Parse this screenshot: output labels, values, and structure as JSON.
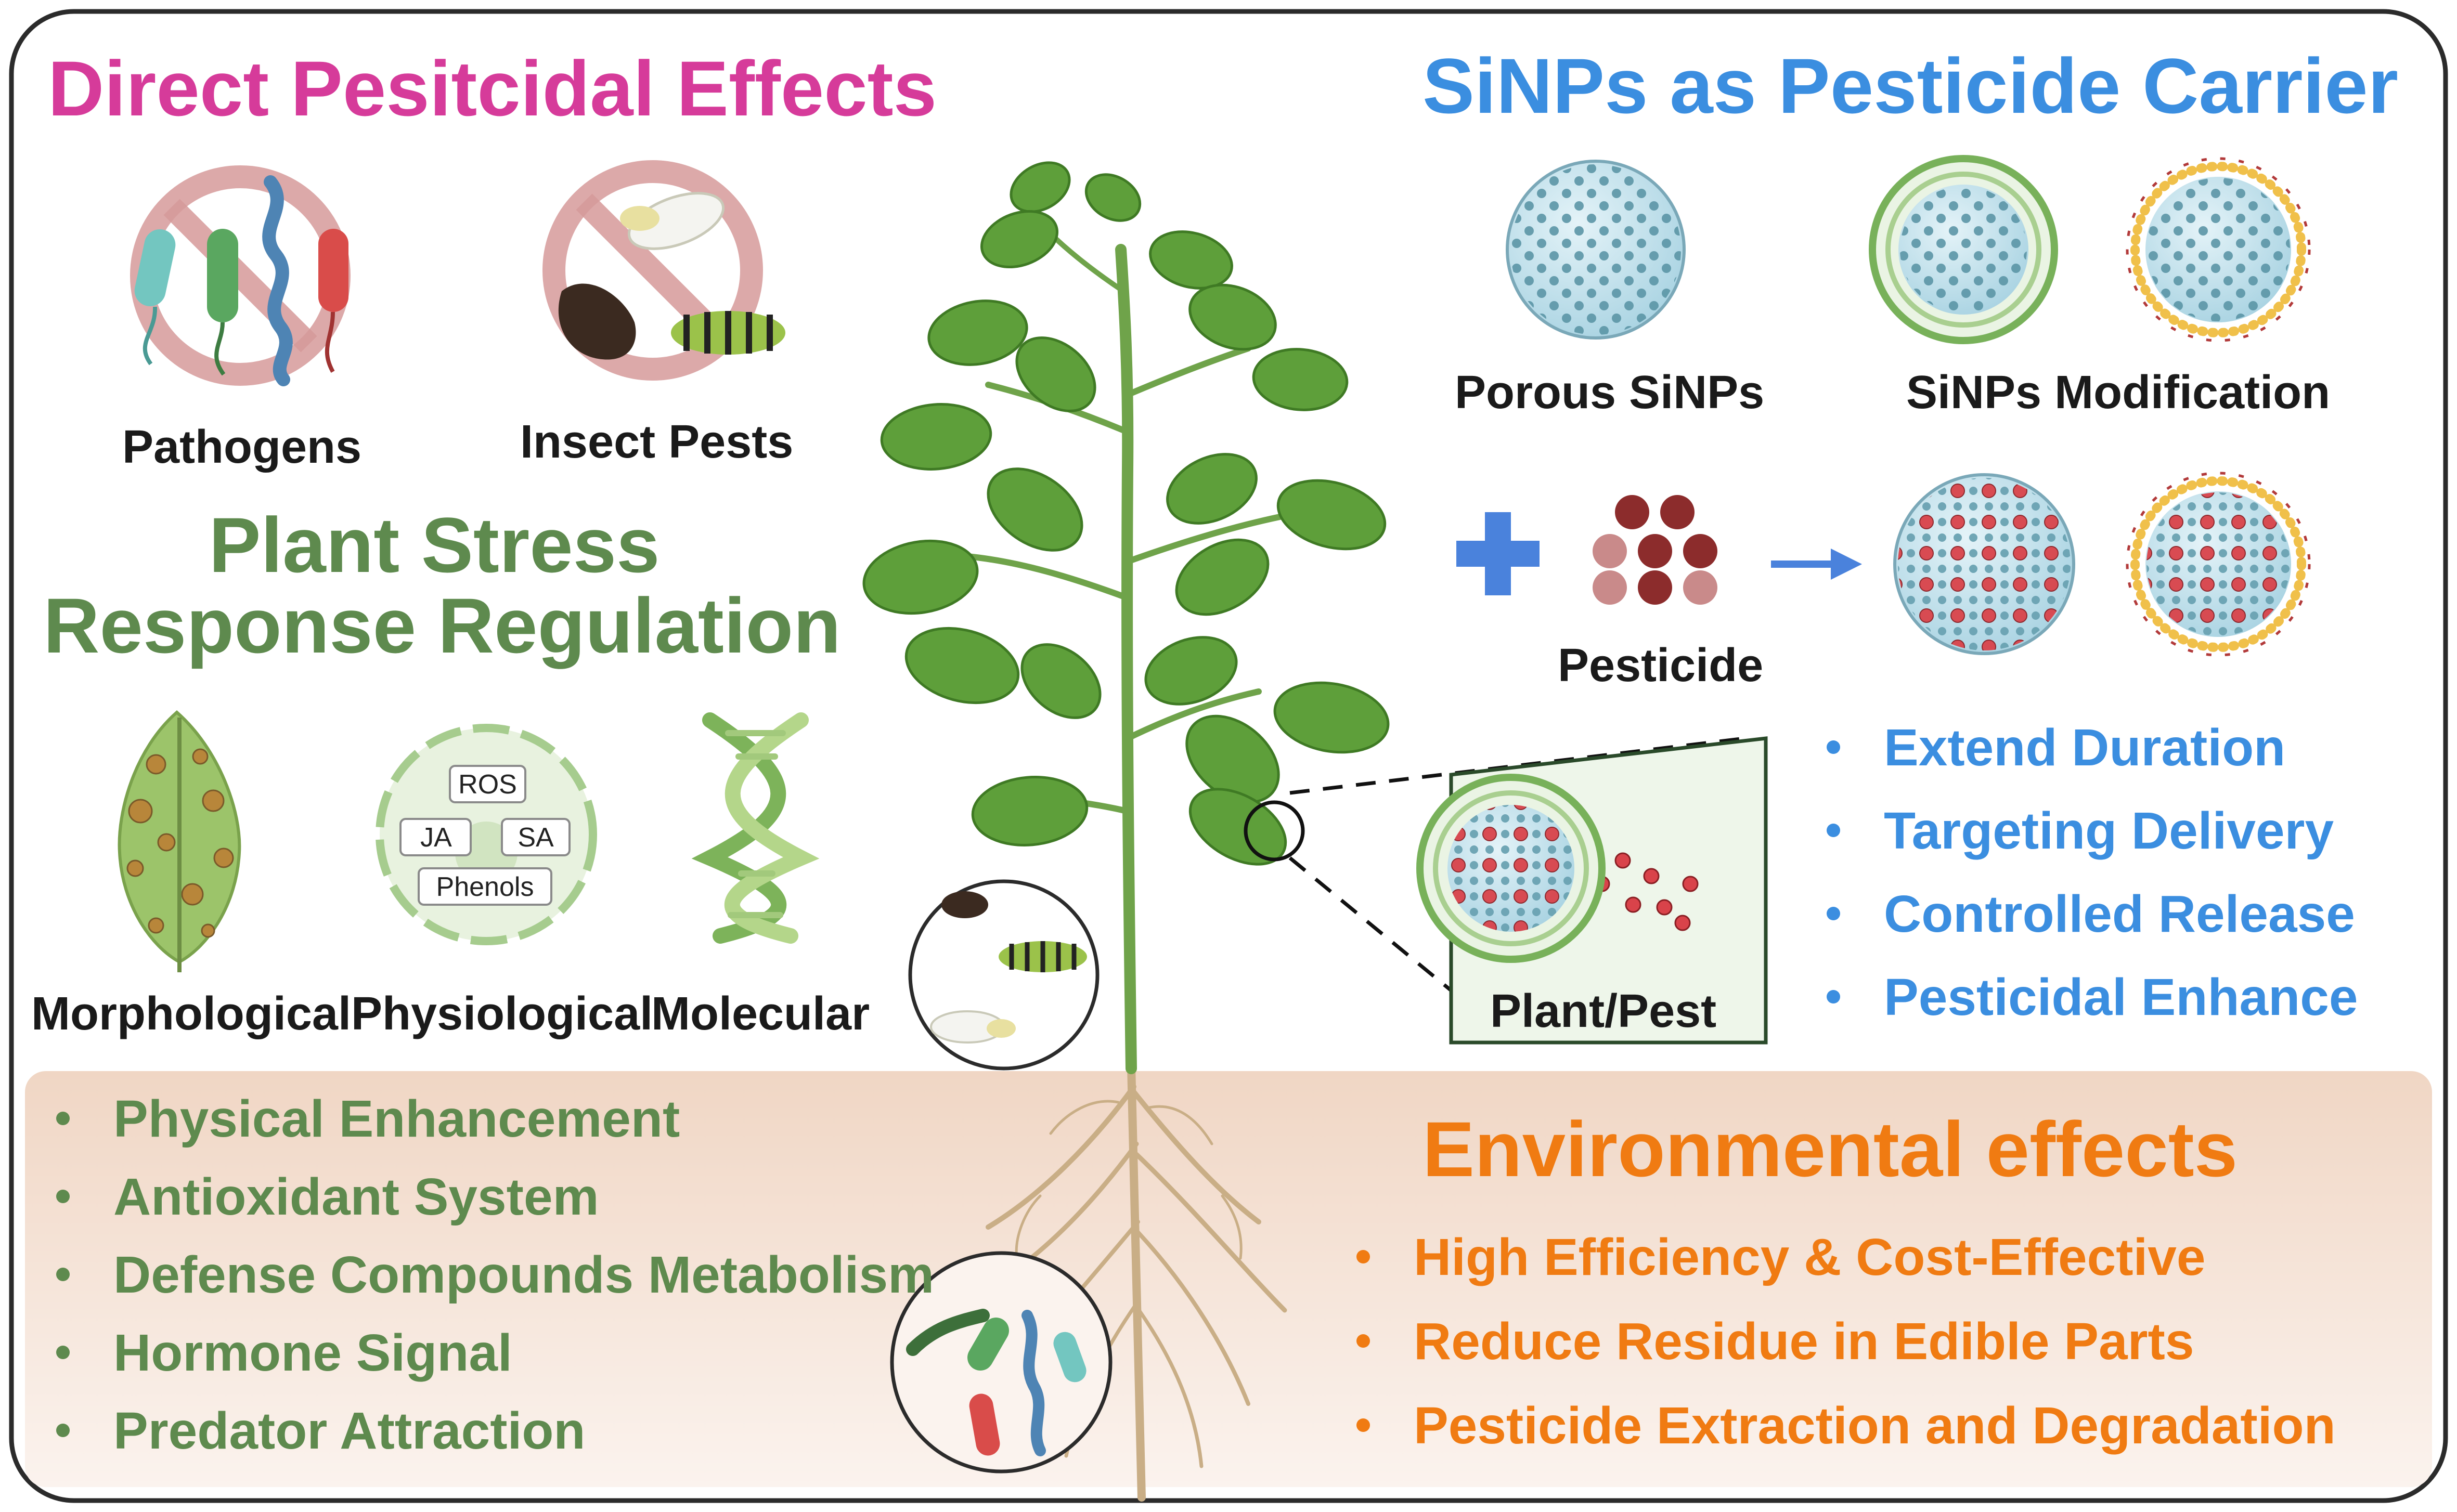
{
  "direct": {
    "title": "Direct Pesitcidal Effects",
    "pathogens": "Pathogens",
    "insects": "Insect Pests"
  },
  "stress": {
    "title_line1": "Plant Stress",
    "title_line2": "Response Regulation",
    "morph": "Morphological",
    "physio": "Physiological",
    "molec": "Molecular",
    "tags": [
      "ROS",
      "JA",
      "SA",
      "Phenols"
    ],
    "list": [
      "Physical Enhancement",
      "Antioxidant System",
      "Defense Compounds Metabolism",
      "Hormone Signal",
      "Predator Attraction"
    ]
  },
  "carrier": {
    "title": "SiNPs as Pesticide Carrier",
    "porous": "Porous SiNPs",
    "modification": "SiNPs Modification",
    "pesticide": "Pesticide",
    "plantpest": "Plant/Pest",
    "list": [
      "Extend Duration",
      "Targeting Delivery",
      "Controlled Release",
      "Pesticidal Enhance"
    ]
  },
  "env": {
    "title": "Environmental effects",
    "list": [
      "High Efficiency & Cost-Effective",
      "Reduce Residue in Edible Parts",
      "Pesticide Extraction and Degradation"
    ]
  },
  "colors": {
    "pink": "#d63b9a",
    "blue": "#3b8ee0",
    "green": "#5e8a4e",
    "orange": "#f07b12",
    "soil": "#f3dfd0"
  },
  "icons": [
    "no-pathogens-icon",
    "no-insects-icon",
    "spotted-leaf-icon",
    "cell-icon",
    "dna-icon",
    "plant-icon",
    "nanoparticle-icon",
    "plus-icon",
    "arrow-icon"
  ]
}
